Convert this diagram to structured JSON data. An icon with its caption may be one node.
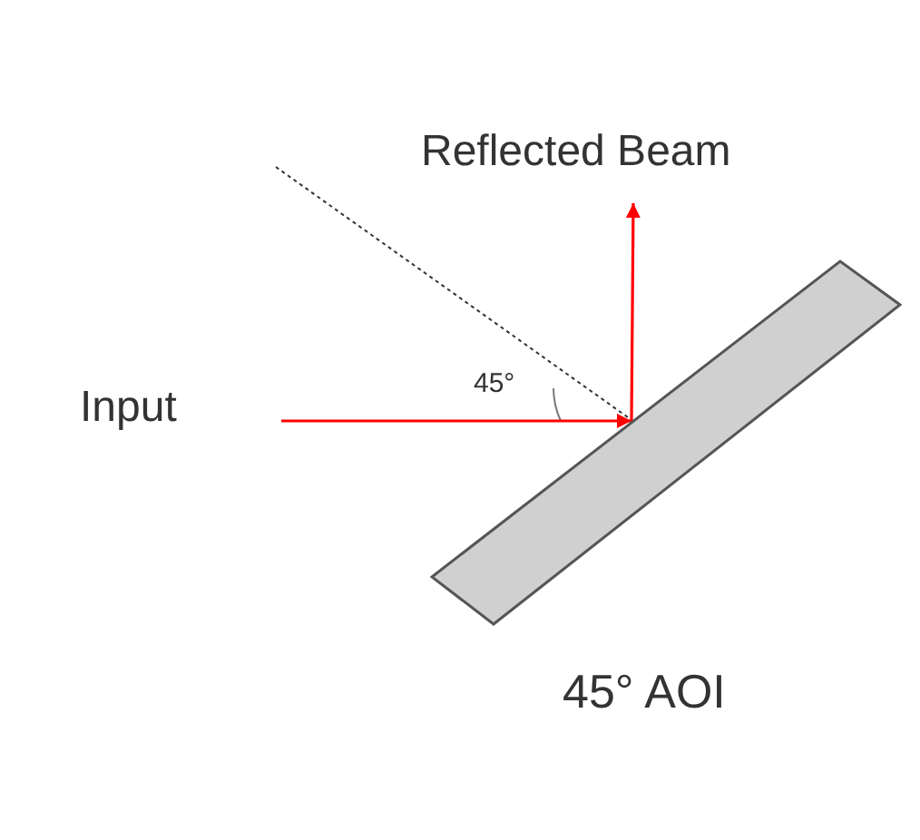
{
  "diagram": {
    "nodes": [
      {
        "text": [
          "Reflected Beam"
        ]
      },
      {
        "text": [
          "Input"
        ]
      },
      {
        "text": [],
        "shape": "box"
      }
    ],
    "edges": [
      {
        "from": 1,
        "to": 2,
        "arrow": "to"
      },
      {
        "from": 2,
        "to": 0,
        "arrow": "to"
      }
    ],
    "labels": [
      "45°",
      "45° AOI"
    ]
  }
}
